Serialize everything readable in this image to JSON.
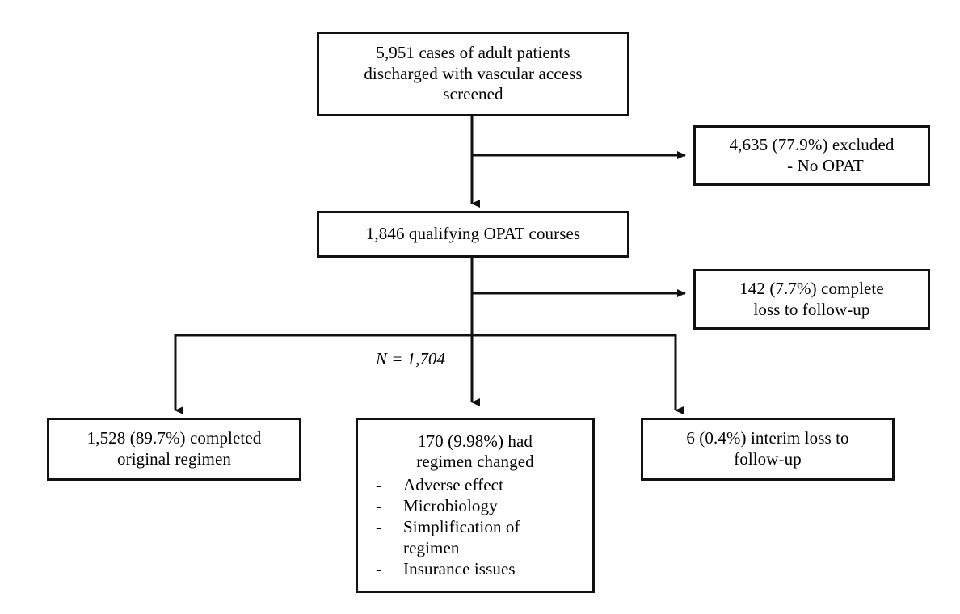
{
  "diagram": {
    "type": "flowchart",
    "title_text": "",
    "colors": {
      "stroke": "#111111",
      "background": "#ffffff",
      "text": "#000000"
    },
    "nodes": {
      "screened": {
        "lines": [
          "5,951 cases of adult patients",
          "discharged with vascular access",
          "screened"
        ]
      },
      "excluded": {
        "lines": [
          "4,635 (77.9%) excluded"
        ],
        "dash": "-",
        "dash_item": "No OPAT"
      },
      "qualifying": {
        "lines": [
          "1,846 qualifying OPAT courses"
        ]
      },
      "complete_loss": {
        "lines": [
          "142 (7.7%) complete",
          "loss to follow-up"
        ]
      },
      "completed": {
        "lines": [
          "1,528 (89.7%) completed",
          "original regimen"
        ]
      },
      "changed": {
        "lines": [
          "170 (9.98%) had",
          "regimen changed"
        ],
        "dash": "-",
        "bullets": [
          "Adverse effect",
          "Microbiology",
          "Simplification of",
          "regimen",
          "Insurance issues"
        ],
        "bullet_has_dash": [
          true,
          true,
          true,
          false,
          true
        ]
      },
      "interim_loss": {
        "lines": [
          "6 (0.4%) interim loss to",
          "follow-up"
        ]
      }
    },
    "edge_labels": {
      "n_remaining": "N = 1,704"
    }
  }
}
